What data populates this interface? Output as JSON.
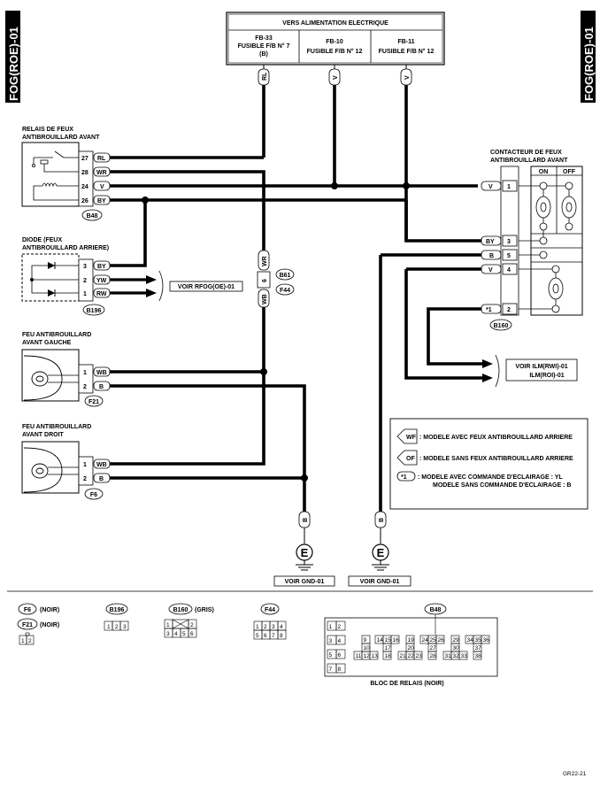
{
  "page": {
    "side_label_left": "FOG(ROE)-01",
    "side_label_right": "FOG(ROE)-01",
    "footer_code": "GR22-21"
  },
  "power": {
    "title": "VERS ALIMENTATION ELECTRIQUE",
    "fuses": [
      {
        "line1": "FB-33",
        "line2": "FUSIBLE F/B N° 7",
        "line3": "(B)"
      },
      {
        "line1": "FB-10",
        "line2": "FUSIBLE F/B N° 12",
        "line3": ""
      },
      {
        "line1": "FB-11",
        "line2": "FUSIBLE F/B N° 12",
        "line3": ""
      }
    ],
    "wires": [
      "RL",
      "V",
      "V"
    ]
  },
  "relay": {
    "title1": "RELAIS DE FEUX",
    "title2": "ANTIBROUILLARD AVANT",
    "pins": [
      {
        "num": "27",
        "color": "RL"
      },
      {
        "num": "28",
        "color": "WR"
      },
      {
        "num": "24",
        "color": "V"
      },
      {
        "num": "26",
        "color": "BY"
      }
    ],
    "connector": "B48"
  },
  "diode": {
    "title1": "DIODE (FEUX",
    "title2": "ANTIBROUILLARD ARRIERE)",
    "pins": [
      {
        "num": "3",
        "color": "BY"
      },
      {
        "num": "2",
        "color": "YW"
      },
      {
        "num": "1",
        "color": "RW"
      }
    ],
    "connector": "B196",
    "ref": "VOIR RFOG(OE)-01"
  },
  "mid_connector": {
    "top_color": "WR",
    "pin": "6",
    "bottom_color": "WB",
    "tag1": "B61",
    "tag2": "F44"
  },
  "lamp_left": {
    "title1": "FEU ANTIBROUILLARD",
    "title2": "AVANT GAUCHE",
    "pins": [
      {
        "num": "1",
        "color": "WB"
      },
      {
        "num": "2",
        "color": "B"
      }
    ],
    "connector": "F21"
  },
  "lamp_right": {
    "title1": "FEU ANTIBROUILLARD",
    "title2": "AVANT DROIT",
    "pins": [
      {
        "num": "1",
        "color": "WB"
      },
      {
        "num": "2",
        "color": "B"
      }
    ],
    "connector": "F6"
  },
  "switch": {
    "title1": "CONTACTEUR DE FEUX",
    "title2": "ANTIBROUILLARD AVANT",
    "on": "ON",
    "off": "OFF",
    "pins": [
      {
        "num": "1",
        "color": "V"
      },
      {
        "num": "3",
        "color": "BY"
      },
      {
        "num": "5",
        "color": "B"
      },
      {
        "num": "4",
        "color": "V"
      },
      {
        "num": "2",
        "color": "*1"
      }
    ],
    "connector": "B160"
  },
  "ilm_ref": {
    "line1": "VOIR ILM(RWI)-01",
    "line2": "ILM(ROI)-01"
  },
  "legend": {
    "wf": {
      "tag": "WF",
      "text": ": MODELE AVEC FEUX ANTIBROUILLARD ARRIERE"
    },
    "of": {
      "tag": "OF",
      "text": ": MODELE SANS FEUX ANTIBROUILLARD ARRIERE"
    },
    "star": {
      "tag": "*1",
      "text1": ": MODELE AVEC COMMANDE D'ECLAIRAGE : YL",
      "text2": "MODELE SANS COMMANDE D'ECLAIRAGE : B"
    }
  },
  "grounds": [
    {
      "wire": "B",
      "symbol": "E",
      "ref": "VOIR GND-01"
    },
    {
      "wire": "B",
      "symbol": "E",
      "ref": "VOIR GND-01"
    }
  ],
  "connectors_bottom": {
    "f6": {
      "tag": "F6",
      "color": "(NOIR)"
    },
    "f21": {
      "tag": "F21",
      "color": "(NOIR)",
      "pins": [
        "1",
        "2"
      ]
    },
    "b196": {
      "tag": "B196",
      "pins": [
        "1",
        "2",
        "3"
      ]
    },
    "b160": {
      "tag": "B160",
      "color": "(GRIS)",
      "pins": [
        "1",
        "2",
        "3",
        "4",
        "5",
        "6"
      ]
    },
    "f44": {
      "tag": "F44",
      "pins": [
        "1",
        "2",
        "3",
        "4",
        "5",
        "6",
        "7",
        "8"
      ]
    },
    "b48": {
      "tag": "B48",
      "left_pins": [
        "1",
        "2",
        "3",
        "4",
        "5",
        "6",
        "7",
        "8"
      ],
      "row1": [
        "9",
        "14",
        "15",
        "16",
        "19",
        "24",
        "25",
        "26",
        "29",
        "34",
        "35",
        "36"
      ],
      "row2": [
        "10",
        "17",
        "20",
        "27",
        "30",
        "37"
      ],
      "row3": [
        "11",
        "12",
        "13",
        "18",
        "21",
        "22",
        "23",
        "28",
        "31",
        "32",
        "33",
        "38"
      ],
      "caption": "BLOC DE RELAIS (NOIR)"
    }
  }
}
